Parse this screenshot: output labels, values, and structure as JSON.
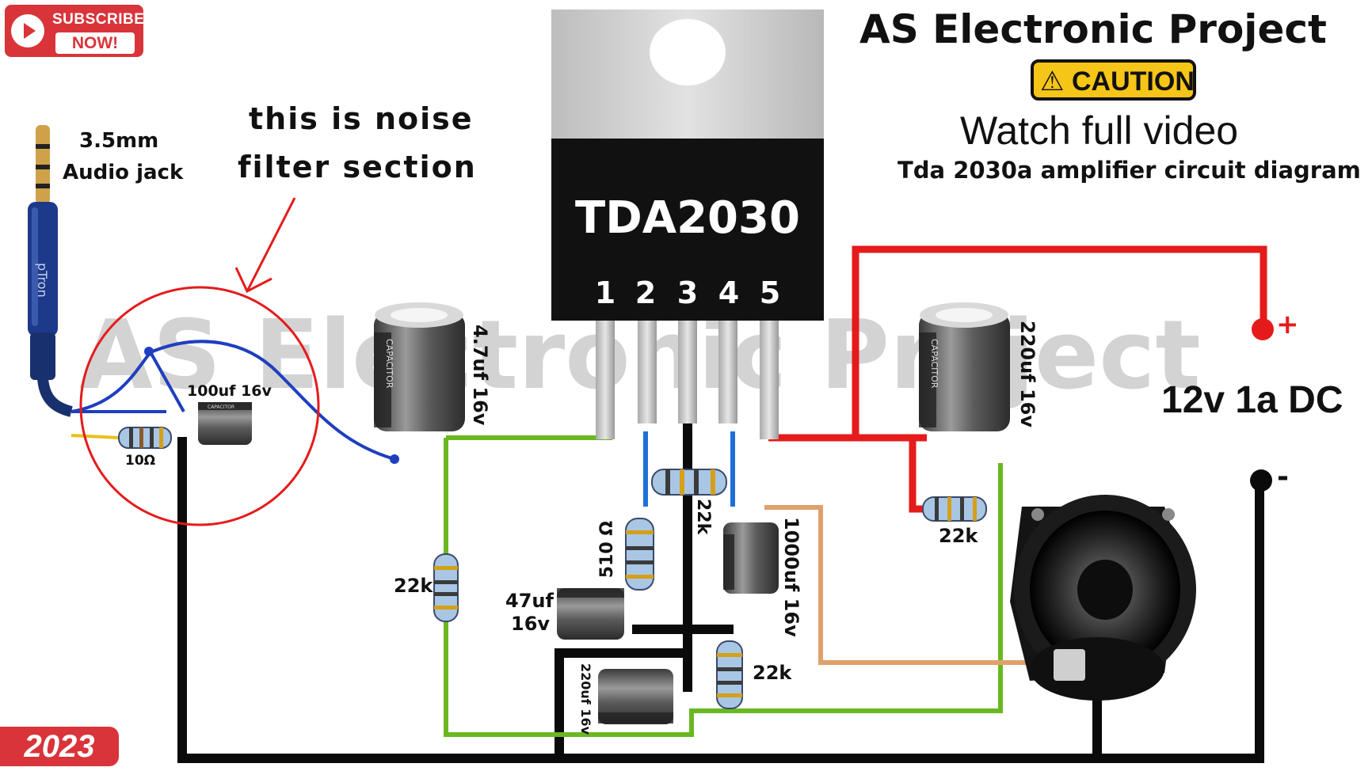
{
  "badge": {
    "subscribe": "SUBSCRIBE",
    "now": "NOW!"
  },
  "header": {
    "title": "AS Electronic Project",
    "caution": "CAUTION",
    "watch": "Watch full video",
    "subtitle": "Tda 2030a  amplifier circuit diagram"
  },
  "watermark": "AS Electronic Project",
  "ic": {
    "name": "TDA2030",
    "pins": [
      "1",
      "2",
      "3",
      "4",
      "5"
    ]
  },
  "annotations": {
    "jack_line1": "3.5mm",
    "jack_line2": "Audio jack",
    "jack_brand": "pTron",
    "noise_line1": "this is noise",
    "noise_line2": "filter section",
    "power": "12v 1a DC",
    "plus": "+",
    "minus": "-",
    "year": "2023"
  },
  "components": {
    "filter_cap": "100uf 16v",
    "filter_res": "10Ω",
    "input_cap": "4.7uf 16v",
    "supply_cap": "220uf 16v",
    "res_left": "22k",
    "res_pin2_4": "22k",
    "res_510": "510 Ω",
    "cap_47": "47uf\n16v",
    "cap_47_l1": "47uf",
    "cap_47_l2": "16v",
    "cap_220_bottom": "220uf 16v",
    "res_bottom": "22k",
    "cap_1000": "1000uf 16v",
    "res_right": "22k",
    "cap_print": "CAPACITOR"
  },
  "colors": {
    "red": "#e51b1b",
    "blue": "#1f3fbf",
    "green": "#6ab821",
    "black": "#0a0a0a",
    "orange": "#e0a06a",
    "caution": "#f5c518",
    "badge": "#d9343a"
  }
}
